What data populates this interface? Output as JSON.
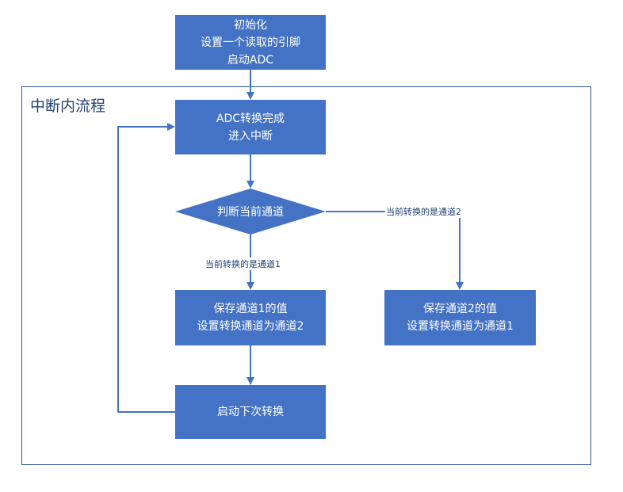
{
  "frame": {
    "title": "中断内流程"
  },
  "nodes": {
    "init": {
      "lines": [
        "初始化",
        "设置一个读取的引脚",
        "启动ADC"
      ]
    },
    "adc_done": {
      "lines": [
        "ADC转换完成",
        "进入中断"
      ]
    },
    "decision": {
      "label": "判断当前通道"
    },
    "save_ch1": {
      "lines": [
        "保存通道1的值",
        "设置转换通道为通道2"
      ]
    },
    "save_ch2": {
      "lines": [
        "保存通道2的值",
        "设置转换通道为通道1"
      ]
    },
    "next_conv": {
      "lines": [
        "启动下次转换"
      ]
    }
  },
  "edges": {
    "to_ch1_label": "当前转换的是通道1",
    "to_ch2_label": "当前转换的是通道2"
  },
  "colors": {
    "box_fill": "#4472c4",
    "line": "#4472c4",
    "frame_border": "#2e5aa0"
  }
}
